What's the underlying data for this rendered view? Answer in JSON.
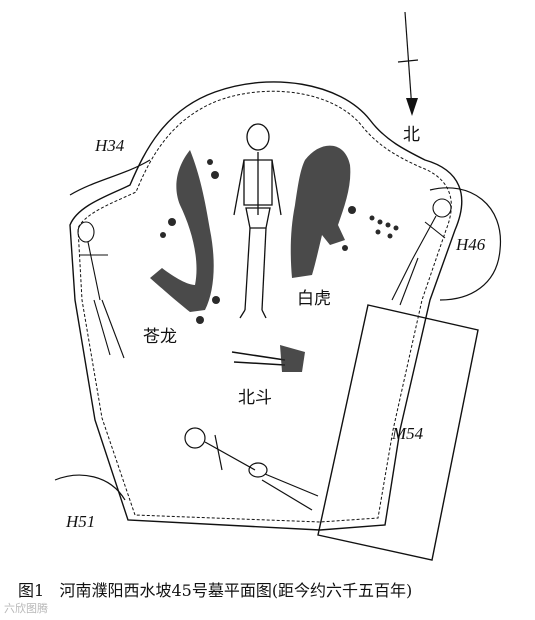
{
  "labels": {
    "north": "北",
    "h34": "H34",
    "h46": "H46",
    "h51": "H51",
    "m54": "M54",
    "white_tiger": "白虎",
    "azure_dragon": "苍龙",
    "big_dipper": "北斗"
  },
  "caption": {
    "figure_no": "图1",
    "text": "河南濮阳西水坡45号墓平面图(距今约六千五百年)"
  },
  "watermark": "六欣图腾",
  "colors": {
    "line": "#111111",
    "shell": "#2a2a2a",
    "background": "#ffffff"
  }
}
